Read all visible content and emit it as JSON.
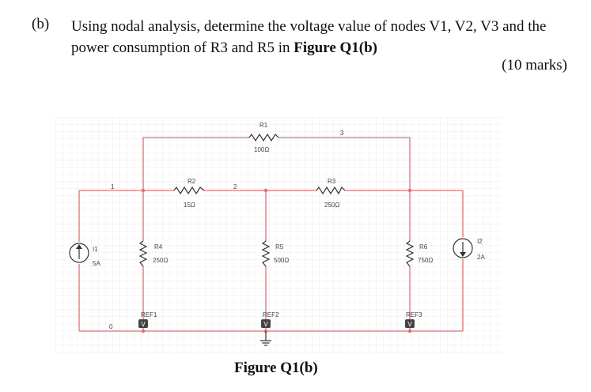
{
  "question": {
    "label": "(b)",
    "text_part1": "Using nodal analysis, determine the voltage value of nodes V1, V2, V3 and the power consumption of R3 and R5 in ",
    "figure_ref": "Figure Q1(b)",
    "marks": "(10 marks)"
  },
  "figure": {
    "caption": "Figure Q1(b)",
    "nodes": {
      "n0": "0",
      "n1": "1",
      "n2": "2",
      "n3": "3"
    },
    "components": {
      "R1": {
        "name": "R1",
        "value": "100Ω"
      },
      "R2": {
        "name": "R2",
        "value": "15Ω"
      },
      "R3": {
        "name": "R3",
        "value": "250Ω"
      },
      "R4": {
        "name": "R4",
        "value": "250Ω"
      },
      "R5": {
        "name": "R5",
        "value": "500Ω"
      },
      "R6": {
        "name": "R6",
        "value": "750Ω"
      },
      "I1": {
        "name": "I1",
        "value": "5A"
      },
      "I2": {
        "name": "I2",
        "value": "2A"
      }
    },
    "refs": {
      "ref1": "REF1",
      "ref2": "REF2",
      "ref3": "REF3",
      "probe": "V"
    },
    "colors": {
      "wire": "#e07070",
      "component": "#333333",
      "grid": "#eef0f2",
      "probe": "#444444"
    }
  }
}
